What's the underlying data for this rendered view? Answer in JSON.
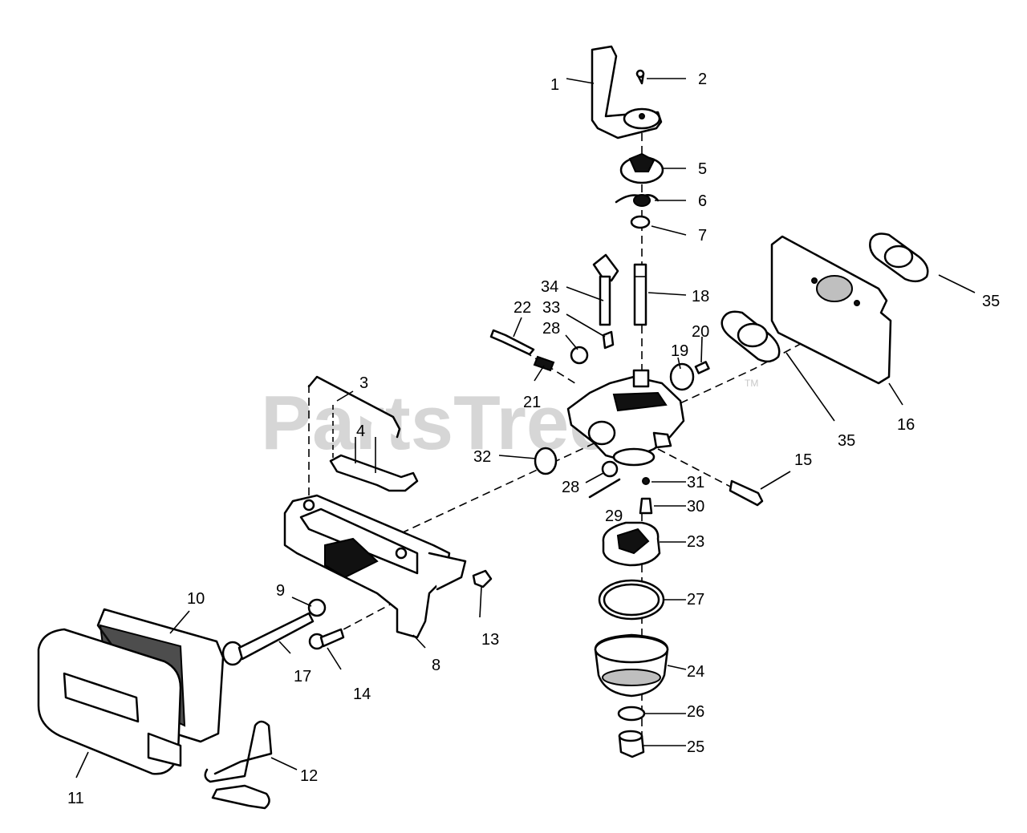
{
  "watermark": {
    "text": "PartsTree",
    "tm": "TM"
  },
  "callouts": {
    "c1": "1",
    "c2": "2",
    "c3": "3",
    "c4": "4",
    "c5": "5",
    "c6": "6",
    "c7": "7",
    "c8": "8",
    "c9": "9",
    "c10": "10",
    "c11": "11",
    "c12": "12",
    "c13": "13",
    "c14": "14",
    "c15": "15",
    "c16": "16",
    "c17": "17",
    "c18": "18",
    "c19": "19",
    "c20": "20",
    "c21": "21",
    "c22": "22",
    "c23": "23",
    "c24": "24",
    "c25": "25",
    "c26": "26",
    "c27": "27",
    "c28a": "28",
    "c28b": "28",
    "c29": "29",
    "c30": "30",
    "c31": "31",
    "c32": "32",
    "c33": "33",
    "c34": "34",
    "c35a": "35",
    "c35b": "35"
  }
}
